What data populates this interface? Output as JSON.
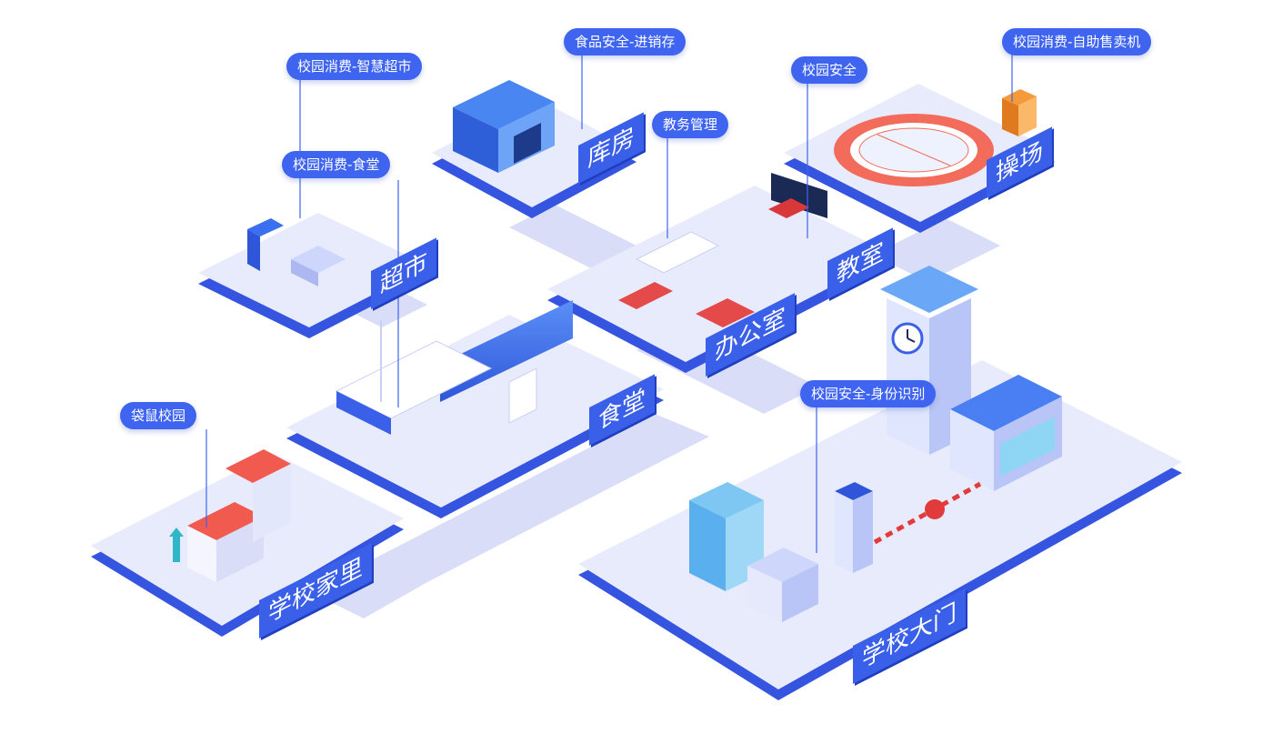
{
  "tags": {
    "supermarket": "校园消费-智慧超市",
    "canteen": "校园消费-食堂",
    "food_safety": "食品安全-进销存",
    "academic": "教务管理",
    "campus_safety": "校园安全",
    "vending": "校园消费-自助售卖机",
    "id_recognition": "校园安全-身份识别",
    "kangaroo": "袋鼠校园"
  },
  "zones": {
    "warehouse": "库房",
    "playground": "操场",
    "supermarket": "超市",
    "classroom": "教室",
    "office": "办公室",
    "canteen": "食堂",
    "home": "学校家里",
    "gate": "学校大门"
  },
  "colors": {
    "accent": "#3f64f0",
    "platform": "#e6e9fb",
    "platform_edge": "#3554e0",
    "road": "#d7dcf7",
    "roof_red": "#f05a4f"
  }
}
